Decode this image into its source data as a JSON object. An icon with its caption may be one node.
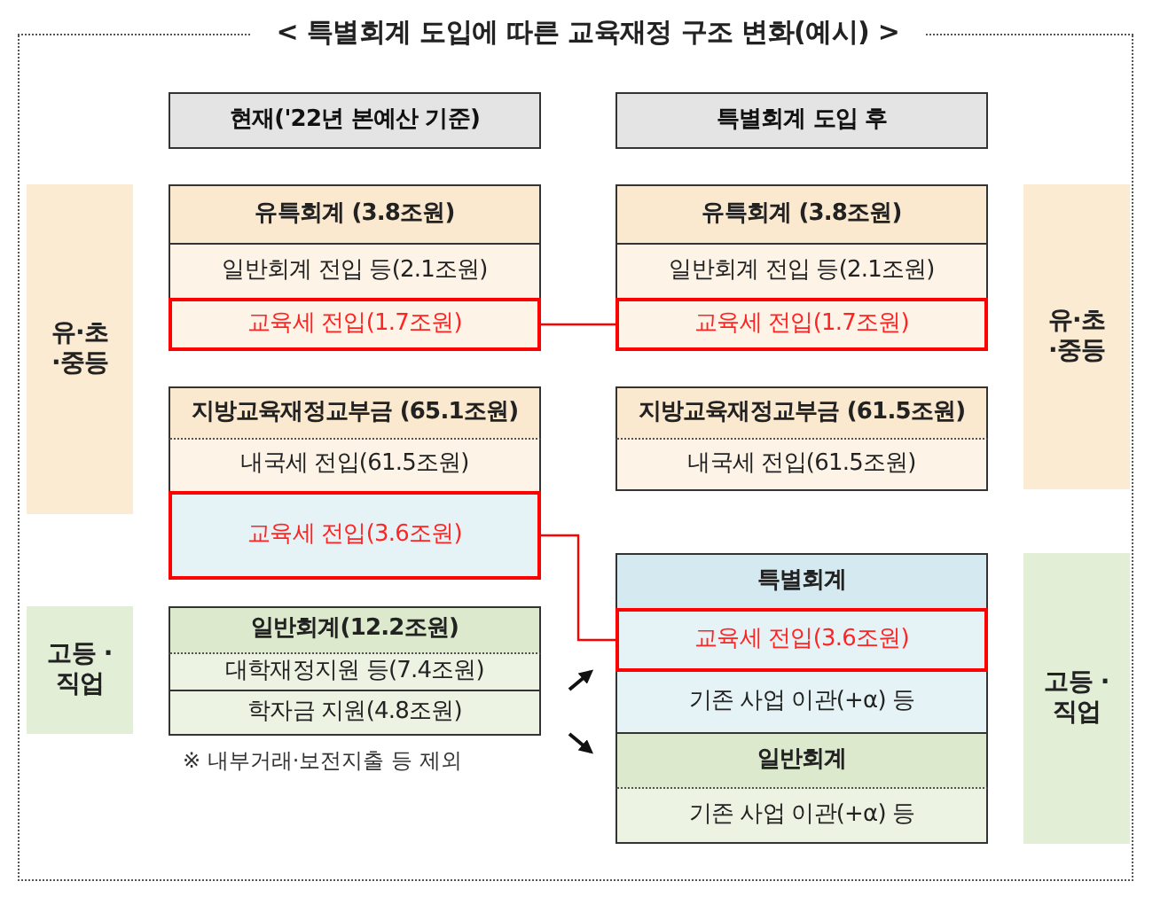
{
  "diagram": {
    "title": "< 특별회계 도입에 따른 교육재정 구조 변화(예시) >",
    "nodes": [
      {
        "text": [
          "현재('22년 본예산 기준)"
        ]
      },
      {
        "text": [
          "특별회계 도입 후"
        ]
      },
      {
        "text": [
          "유·초 ·중등"
        ]
      },
      {
        "text": [
          "유특회계 (3.8조원)"
        ]
      },
      {
        "text": [
          "일반회계 전입 등(2.1조원)"
        ]
      },
      {
        "text": [
          "교육세 전입(1.7조원)"
        ]
      },
      {
        "text": [
          "유특회계 (3.8조원)"
        ]
      },
      {
        "text": [
          "일반회계 전입 등(2.1조원)"
        ]
      },
      {
        "text": [
          "교육세 전입(1.7조원)"
        ]
      },
      {
        "text": [
          "유·초 ·중등"
        ]
      },
      {
        "text": [
          "지방교육재정교부금 (65.1조원)"
        ]
      },
      {
        "text": [
          "내국세 전입(61.5조원)"
        ]
      },
      {
        "text": [
          "교육세 전입(3.6조원)"
        ]
      },
      {
        "text": [
          "지방교육재정교부금 (61.5조원)"
        ]
      },
      {
        "text": [
          "내국세 전입(61.5조원)"
        ]
      },
      {
        "text": [
          "고등 ·직업"
        ]
      },
      {
        "text": [
          "일반회계(12.2조원)"
        ]
      },
      {
        "text": [
          "대학재정지원 등(7.4조원)"
        ]
      },
      {
        "text": [
          "학자금 지원(4.8조원)"
        ]
      },
      {
        "text": [
          "특별회계"
        ]
      },
      {
        "text": [
          "교육세 전입(3.6조원)"
        ]
      },
      {
        "text": [
          "기존 사업 이관(+α) 등"
        ]
      },
      {
        "text": [
          "일반회계"
        ]
      },
      {
        "text": [
          "기존 사업 이관(+α) 등"
        ]
      },
      {
        "text": [
          "고등 ·직업"
        ]
      }
    ],
    "edges": [
      {
        "from": 5,
        "to": 8,
        "arrow": "none",
        "color": "#ff0000"
      },
      {
        "from": 12,
        "to": 20,
        "arrow": "none",
        "color": "#ff0000"
      },
      {
        "from": null,
        "to": 21,
        "arrow": "to",
        "color": "#111111"
      },
      {
        "from": null,
        "to": 22,
        "arrow": "to",
        "color": "#111111"
      }
    ],
    "labels": [
      "※ 내부거래·보전지출 등 제외"
    ]
  }
}
